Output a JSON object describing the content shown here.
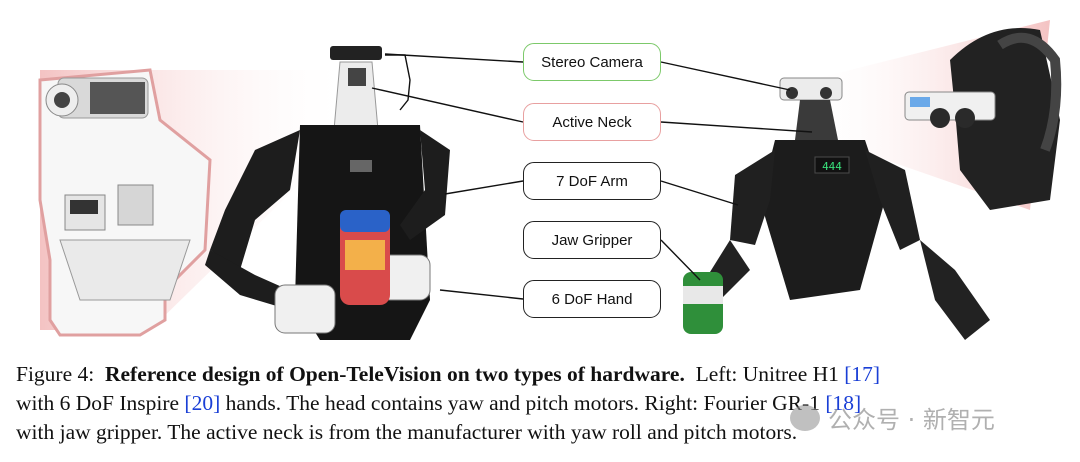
{
  "labels": {
    "stereo_camera": "Stereo Camera",
    "active_neck": "Active Neck",
    "arm": "7 DoF Arm",
    "jaw_gripper": "Jaw Gripper",
    "hand": "6 DoF Hand"
  },
  "robot_left": {
    "display": ""
  },
  "robot_right": {
    "display": "444"
  },
  "caption": {
    "fig_label": "Figure 4:",
    "bold_title": "Reference design of Open-TeleVision on two types of hardware.",
    "text_1": "Left: Unitree H1",
    "cite_1": "[17]",
    "text_2": "with 6 DoF Inspire",
    "cite_2": "[20]",
    "text_3": "hands. The head contains yaw and pitch motors. Right: Fourier GR-1",
    "cite_3": "[18]",
    "text_4": "with jaw gripper. The active neck is from the manufacturer with yaw roll and pitch motors."
  },
  "watermark": "公众号 · 新智元",
  "colors": {
    "green_outline": "#7cc96a",
    "pink_outline": "#e8a0a0",
    "cite": "#1a3fd6"
  }
}
